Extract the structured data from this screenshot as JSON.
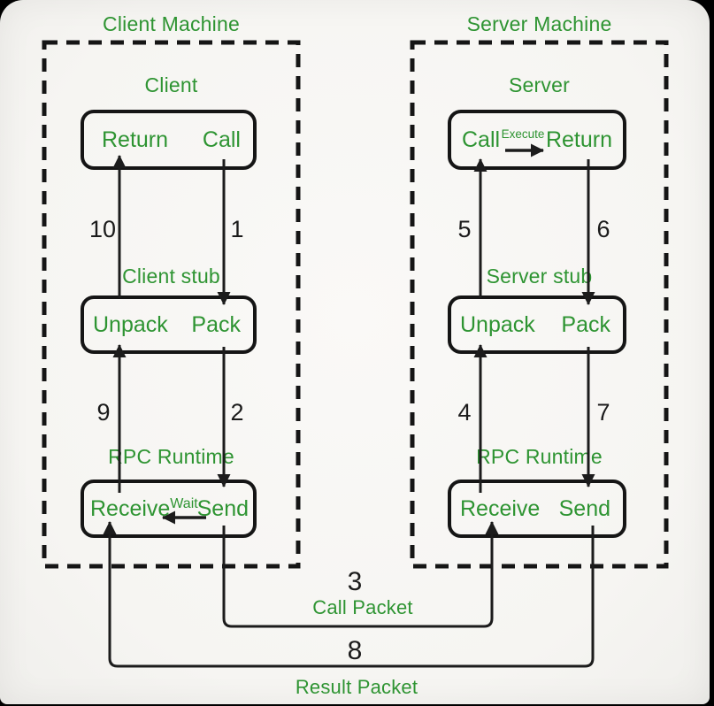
{
  "colors": {
    "green": "#2e9432",
    "line": "#1c1c1c",
    "background": "#f8f7f4",
    "frame": "#000000"
  },
  "client_machine": {
    "title": "Client Machine",
    "app": {
      "label": "Client",
      "left": "Return",
      "right": "Call"
    },
    "stub": {
      "label": "Client stub",
      "left": "Unpack",
      "right": "Pack"
    },
    "runtime": {
      "label": "RPC Runtime",
      "left": "Receive",
      "wait": "Wait",
      "right": "Send"
    }
  },
  "server_machine": {
    "title": "Server Machine",
    "app": {
      "label": "Server",
      "left": "Call",
      "execute": "Execute",
      "right": "Return"
    },
    "stub": {
      "label": "Server stub",
      "left": "Unpack",
      "right": "Pack"
    },
    "runtime": {
      "label": "RPC Runtime",
      "left": "Receive",
      "right": "Send"
    }
  },
  "steps": {
    "s1": "1",
    "s2": "2",
    "s4": "4",
    "s5": "5",
    "s6": "6",
    "s7": "7",
    "s9": "9",
    "s10": "10"
  },
  "packets": {
    "call": {
      "number": "3",
      "label": "Call Packet"
    },
    "result": {
      "number": "8",
      "label": "Result Packet"
    }
  }
}
